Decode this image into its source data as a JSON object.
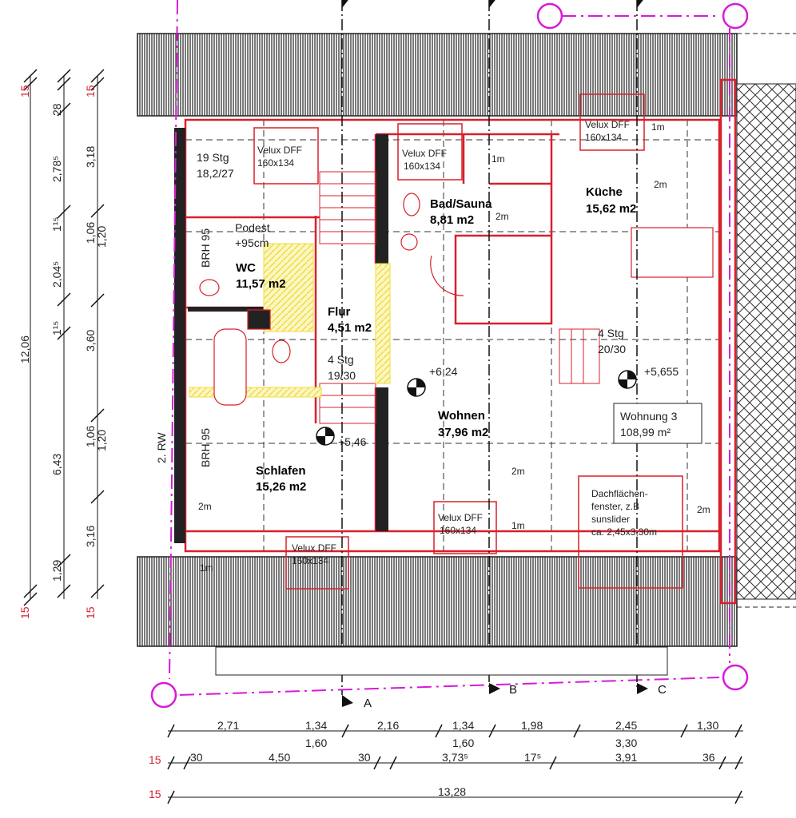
{
  "rooms": {
    "wc": {
      "name": "WC",
      "area": "11,57 m2"
    },
    "flur": {
      "name": "Flur",
      "area": "4,51 m2"
    },
    "bad": {
      "name": "Bad/Sauna",
      "area": "8,81 m2"
    },
    "kueche": {
      "name": "Küche",
      "area": "15,62 m2"
    },
    "wohnen": {
      "name": "Wohnen",
      "area": "37,96 m2"
    },
    "schlafen": {
      "name": "Schlafen",
      "area": "15,26 m2"
    }
  },
  "apartment": {
    "name": "Wohnung 3",
    "area": "108,99 m²"
  },
  "stairs": {
    "s19": "19 Stg",
    "s19_ratio": "18,2/27",
    "podest": "Podest",
    "podest_height": "+95cm",
    "flur_stg": "4 Stg",
    "flur_stg_ratio": "19/30",
    "kueche_stg": "4 Stg",
    "kueche_stg_ratio": "20/30"
  },
  "levels": {
    "l1": "+6,24",
    "l2": "+5,655",
    "l3": "+5,46"
  },
  "windows": {
    "velux": "Velux DFF",
    "velux_size": "160x134",
    "dach_1": "Dachflächen-",
    "dach_2": "fenster, z.B",
    "dach_3": "sunslider",
    "dach_4": "ca. 2,45x3,30m"
  },
  "annotations": {
    "brh1": "BRH 95",
    "brh2": "BRH 95",
    "rw": "2. RW",
    "two_m": "2m",
    "one_m": "1m"
  },
  "sections": {
    "a": "A",
    "b": "B",
    "c": "C"
  },
  "dims_left_outer": [
    "15",
    "28",
    "2,78⁵",
    "1¹⁵",
    "2,04⁵",
    "1¹⁵",
    "12,06",
    "6,43",
    "1,29",
    "15"
  ],
  "dims_left_inner": [
    "15",
    "3,18",
    "1,06",
    "1,20",
    "3,60",
    "1,06",
    "1,20",
    "3,16",
    "15"
  ],
  "dims_bottom_1": [
    "2,71",
    "1,34",
    "1,60",
    "2,16",
    "1,34",
    "1,60",
    "1,98",
    "2,45",
    "3,30",
    "1,30"
  ],
  "dims_bottom_2": [
    "15",
    "30",
    "4,50",
    "30",
    "3,73⁵",
    "17⁵",
    "3,91",
    "36"
  ],
  "dims_bottom_3": [
    "15",
    "13,28"
  ],
  "colors": {
    "wall": "#d8202c",
    "axis": "#d81ad8",
    "hatch": "#222222",
    "yellow": "#f2e34a"
  }
}
